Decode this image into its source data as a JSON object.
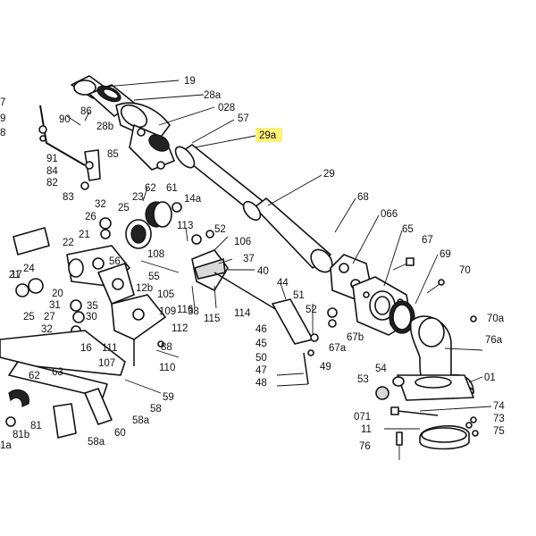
{
  "highlight": {
    "label": "29a",
    "color": "#fff27a"
  },
  "callouts": [
    "19",
    "28a",
    "028",
    "57",
    "29a",
    "29",
    "68",
    "066",
    "65",
    "67",
    "69",
    "70",
    "70a",
    "76a",
    "01",
    "54",
    "53",
    "74",
    "73",
    "75",
    "071",
    "11",
    "76",
    "86",
    "90",
    "28b",
    "91",
    "84",
    "82",
    "85",
    "83",
    "7",
    "9",
    "8",
    "32",
    "26",
    "25",
    "23",
    "62",
    "61",
    "14a",
    "113",
    "52",
    "106",
    "37",
    "40",
    "108",
    "55",
    "12b",
    "105",
    "109",
    "112",
    "88",
    "111",
    "110",
    "107",
    "59",
    "116",
    "115",
    "114",
    "38",
    "44",
    "46",
    "45",
    "51",
    "52",
    "50",
    "47",
    "48",
    "49",
    "67a",
    "67b",
    "21",
    "24",
    "22",
    "17",
    "35",
    "20",
    "31",
    "30",
    "27",
    "32",
    "16",
    "21",
    "25",
    "56",
    "63",
    "62",
    "58",
    "58a",
    "60",
    "81",
    "81b",
    "1a",
    "58a"
  ]
}
